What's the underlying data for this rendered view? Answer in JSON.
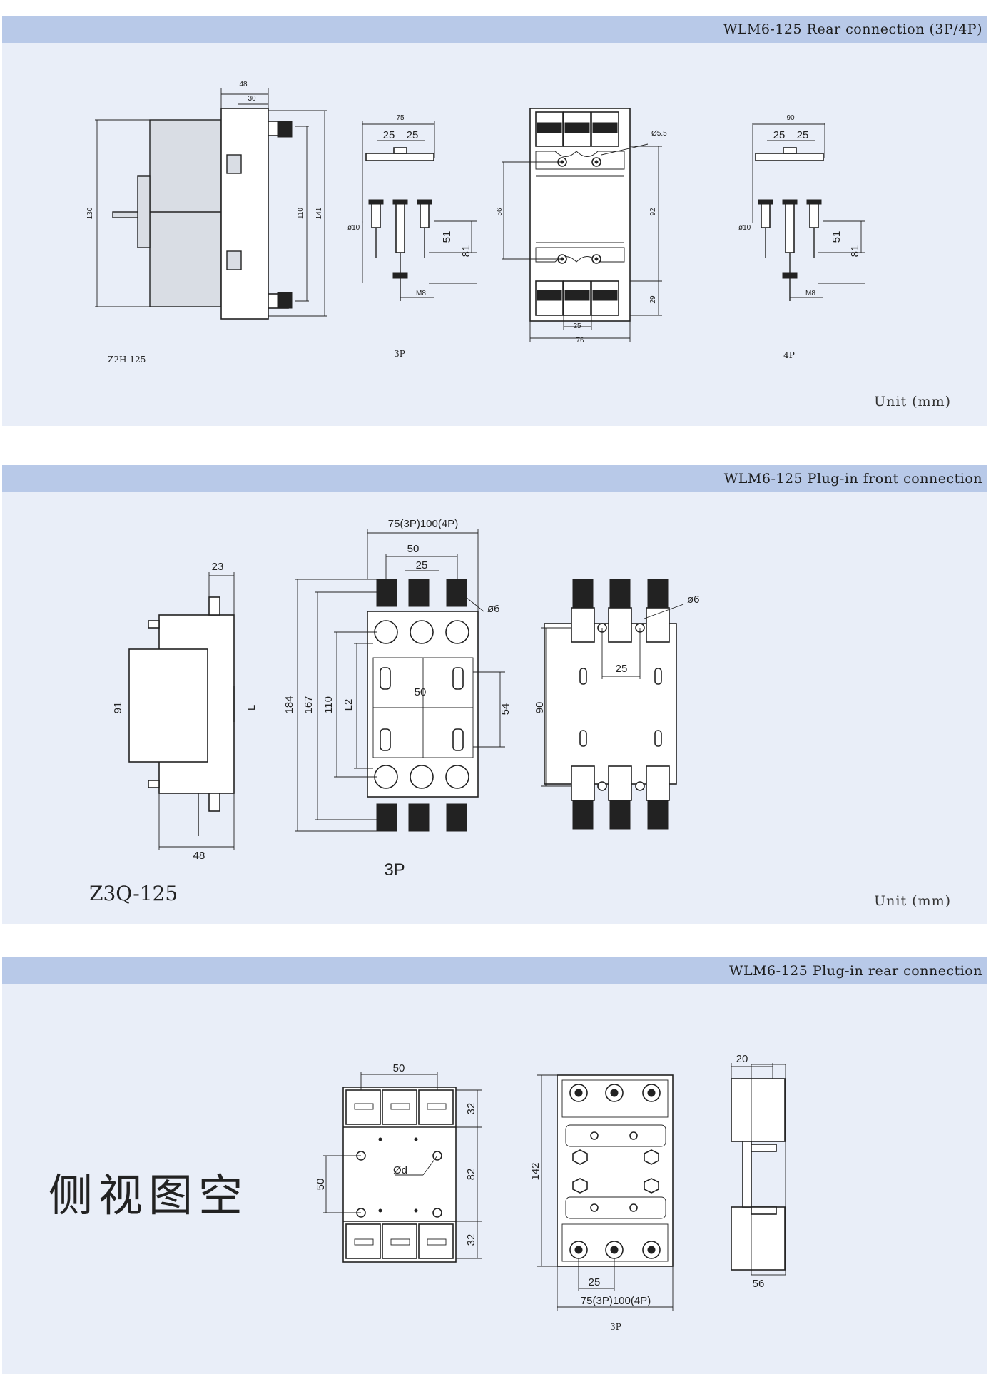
{
  "sections": [
    {
      "title": "WLM6-125 Rear connection (3P/4P)",
      "unit": "Unit (mm)",
      "model": "Z2H-125",
      "labels": {
        "view_3p": "3P",
        "view_4p": "4P"
      },
      "dims": {
        "d48": "48",
        "d30": "30",
        "d130": "130",
        "d110": "110",
        "d141": "141",
        "d75": "75",
        "d25a": "25",
        "d25b": "25",
        "phi10": "ø10",
        "d51": "51",
        "d81": "81",
        "m8": "M8",
        "phi55": "Ø5.5",
        "d56": "56",
        "d92": "92",
        "d29": "29",
        "d25c": "25",
        "d76": "76",
        "d90": "90",
        "d25d": "25",
        "d25e": "25",
        "phi10b": "ø10",
        "d51b": "51",
        "d81b": "81",
        "m8b": "M8"
      }
    },
    {
      "title": "WLM6-125 Plug-in front connection",
      "unit": "Unit (mm)",
      "model": "Z3Q-125",
      "labels": {
        "view_3p": "3P"
      },
      "dims": {
        "d23": "23",
        "d91": "91",
        "dL": "L",
        "d48": "48",
        "d75_100": "75(3P)100(4P)",
        "d50a": "50",
        "d25a": "25",
        "phi6a": "ø6",
        "d184": "184",
        "d167": "167",
        "d110": "110",
        "dL2": "L2",
        "d50b": "50",
        "d54": "54",
        "phi6b": "ø6",
        "d25b": "25",
        "d90": "90"
      }
    },
    {
      "title": "WLM6-125 Plug-in rear connection",
      "side_note": "侧视图空",
      "labels": {
        "view_3p": "3P"
      },
      "dims": {
        "d50a": "50",
        "d32a": "32",
        "d50b": "50",
        "phid": "Ød",
        "d82": "82",
        "d32b": "32",
        "d142": "142",
        "d25": "25",
        "d75_100": "75(3P)100(4P)",
        "d20": "20",
        "d56": "56"
      }
    }
  ]
}
